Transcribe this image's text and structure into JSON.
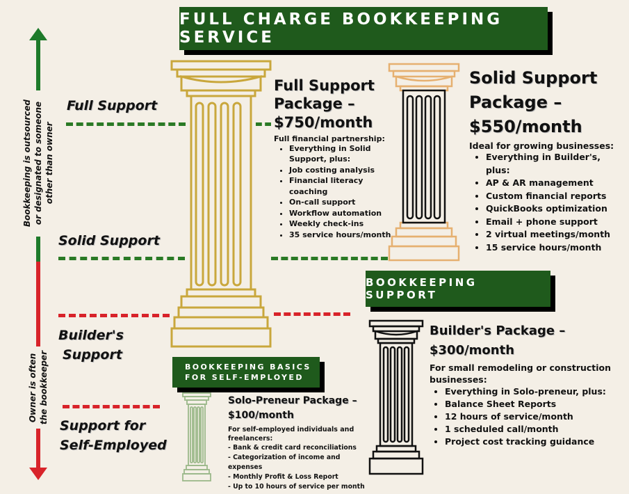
{
  "title": "FULL CHARGE BOOKKEEPING SERVICE",
  "banner_support": "BOOKKEEPING SUPPORT",
  "banner_basics": [
    "BOOKKEEPING BASICS",
    "FOR SELF-EMPLOYED"
  ],
  "axis": {
    "top_label": [
      "Bookkeeping is outsourced",
      "or designated to someone",
      "other than owner"
    ],
    "bottom_label": [
      "Owner is often",
      "the bookkeeper"
    ]
  },
  "levels": {
    "full": "Full Support",
    "solid": "Solid Support",
    "builders": [
      "Builder's",
      "Support"
    ],
    "self": [
      "Support for",
      "Self-Employed"
    ]
  },
  "packages": {
    "full": {
      "title": [
        "Full Support",
        "Package –",
        "$750/month"
      ],
      "intro": "Full financial partnership:",
      "items": [
        "Everything in Solid Support, plus:",
        "Job costing analysis",
        "Financial literacy coaching",
        "On-call support",
        "Workflow automation",
        "Weekly check-ins",
        "35 service hours/month"
      ]
    },
    "solid": {
      "title": [
        "Solid Support",
        "Package –",
        "$550/month"
      ],
      "intro": "Ideal for growing businesses:",
      "items": [
        "Everything in Builder's, plus:",
        "AP & AR management",
        "Custom financial reports",
        "QuickBooks optimization",
        "Email + phone support",
        "2 virtual meetings/month",
        "15 service hours/month"
      ]
    },
    "builders": {
      "title": [
        "Builder's Package –",
        "$300/month"
      ],
      "intro": "For small remodeling or construction businesses:",
      "items": [
        "Everything in Solo-preneur, plus:",
        "Balance Sheet Reports",
        "12 hours of service/month",
        "1 scheduled call/month",
        "Project cost tracking guidance"
      ]
    },
    "solo": {
      "title": [
        "Solo-Preneur Package –",
        "$100/month"
      ],
      "intro": "For self-employed individuals and freelancers:",
      "items": [
        "- Bank & credit card reconciliations",
        "- Categorization of income and expenses",
        "- Monthly Profit & Loss Report",
        "- Up to 10 hours of service per month"
      ]
    }
  },
  "colors": {
    "green": "#1f5a1c",
    "red": "#d8232a",
    "gold": "#c9a73c",
    "orange": "#e6b070",
    "black": "#111111",
    "sage": "#9bb88a"
  }
}
